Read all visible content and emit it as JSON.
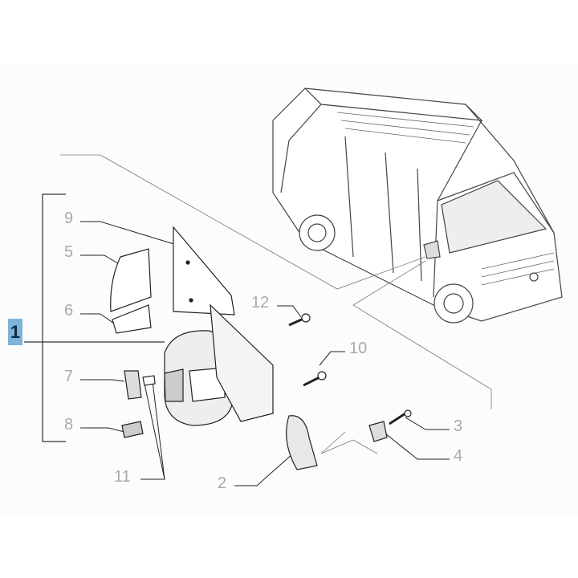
{
  "diagram": {
    "title_callout": "1",
    "accent_color": "#7fb2d9",
    "callouts": [
      {
        "id": "9",
        "part": "mirror-glass-plate"
      },
      {
        "id": "5",
        "part": "upper-mirror-glass"
      },
      {
        "id": "6",
        "part": "lower-mirror-glass"
      },
      {
        "id": "7",
        "part": "side-indicator-lamp"
      },
      {
        "id": "8",
        "part": "clip"
      },
      {
        "id": "11",
        "part": "bulb"
      },
      {
        "id": "2",
        "part": "mirror-cover"
      },
      {
        "id": "12",
        "part": "screw"
      },
      {
        "id": "10",
        "part": "bolt"
      },
      {
        "id": "3",
        "part": "screw"
      },
      {
        "id": "4",
        "part": "plug"
      }
    ]
  }
}
